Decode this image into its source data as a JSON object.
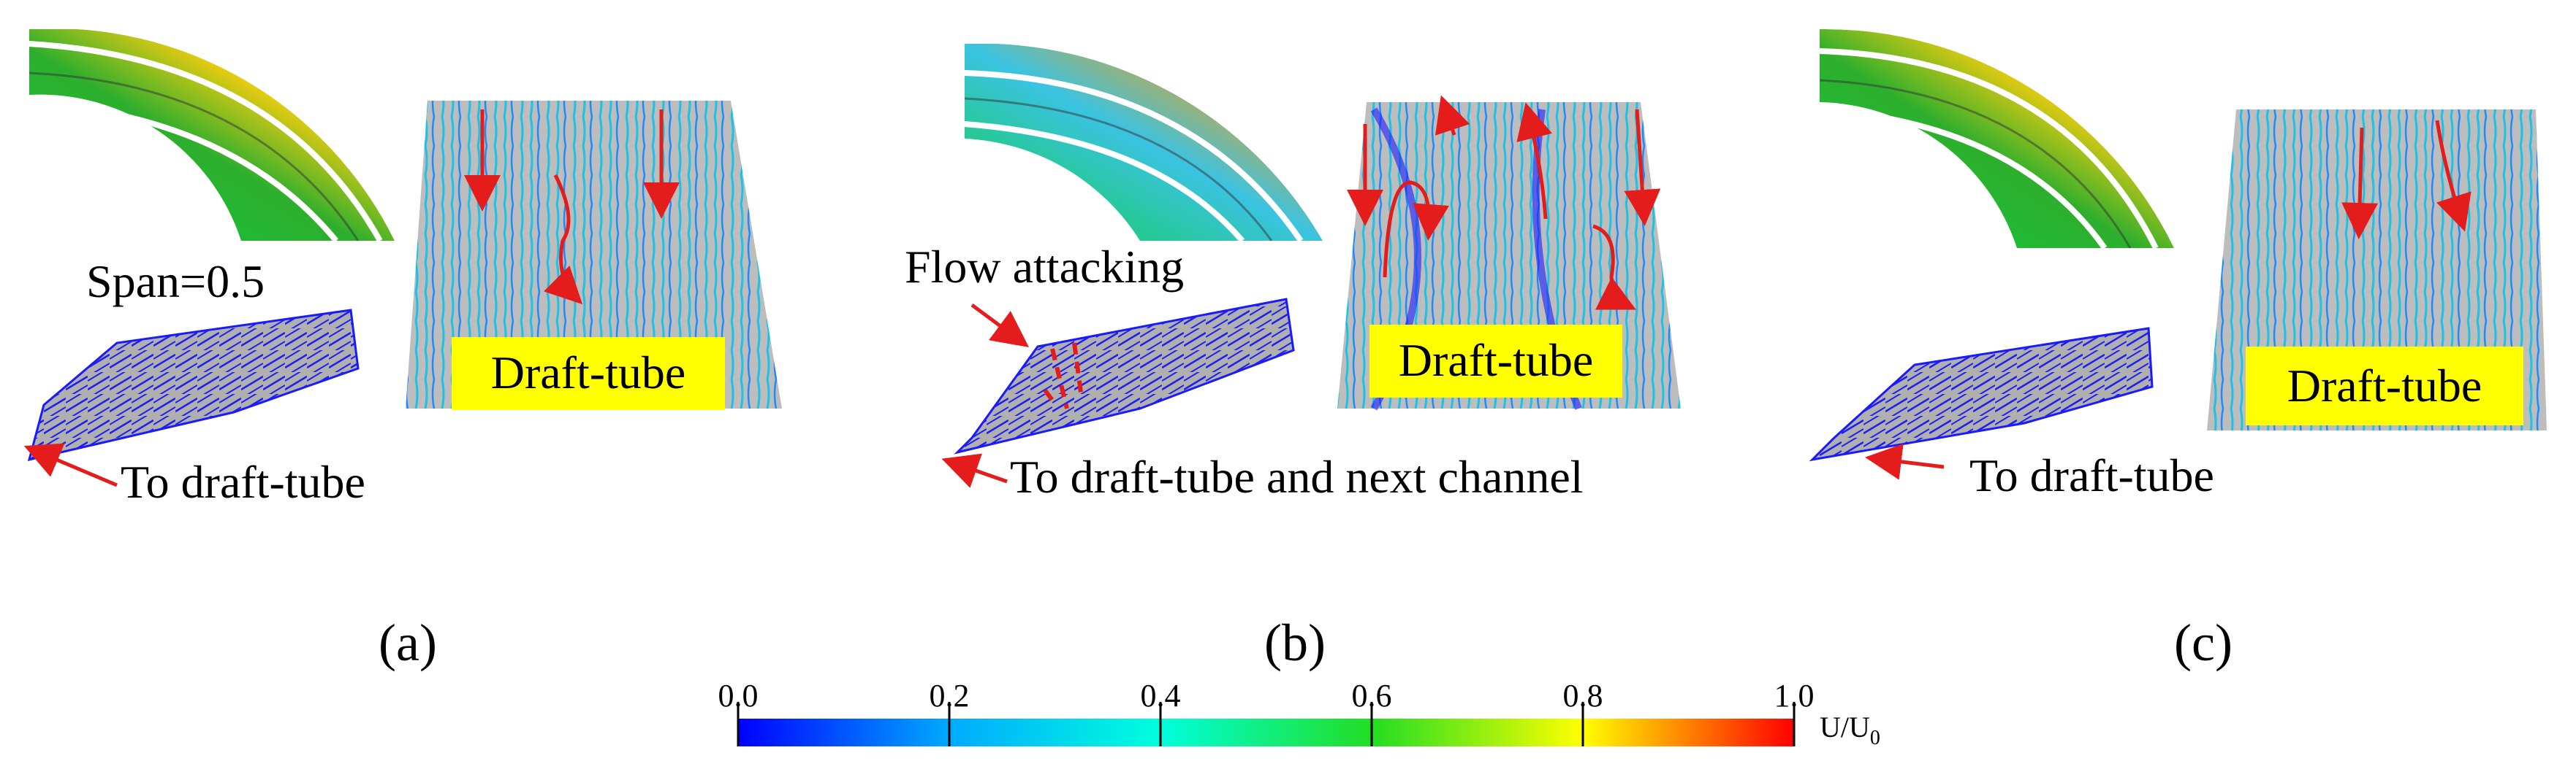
{
  "panels": [
    {
      "letter": "(a)",
      "span_label": "Span=0.5",
      "draft_tube_label": "Draft-tube",
      "flow_note": "To draft-tube"
    },
    {
      "letter": "(b)",
      "attack_label": "Flow attacking",
      "draft_tube_label": "Draft-tube",
      "flow_note": "To draft-tube and next channel"
    },
    {
      "letter": "(c)",
      "draft_tube_label": "Draft-tube",
      "flow_note": "To draft-tube"
    }
  ],
  "colorbar": {
    "ticks": [
      "0.0",
      "0.2",
      "0.4",
      "0.6",
      "0.8",
      "1.0"
    ],
    "unit": "U/U",
    "unit_subscript": "0",
    "colors": [
      "#0000ff",
      "#00aaff",
      "#00ffdd",
      "#22dd22",
      "#ffff00",
      "#ff0000"
    ]
  },
  "colors": {
    "streamline_blue": "#1a1aff",
    "streamline_cyan": "#19c2e6",
    "surface_gray": "#bdbdbd",
    "arrow_red": "#e51c1c",
    "label_yellow": "#ffff00"
  }
}
